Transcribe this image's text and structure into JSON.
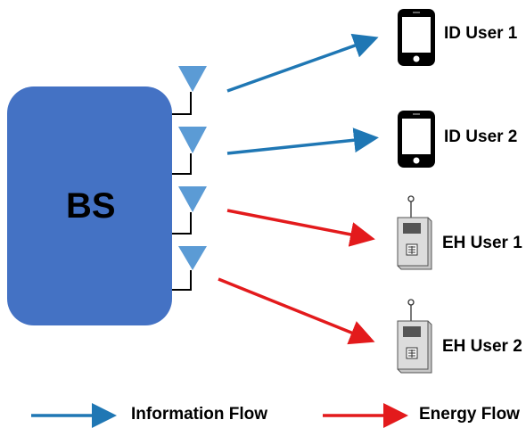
{
  "base_station": {
    "label": "BS",
    "color": "#4472c4"
  },
  "colors": {
    "information": "#1f77b4",
    "energy": "#e31a1c",
    "antenna": "#5b9bd5"
  },
  "users": [
    {
      "label": "ID User 1",
      "type": "phone-icon",
      "flow": "information"
    },
    {
      "label": "ID User 2",
      "type": "phone-icon",
      "flow": "information"
    },
    {
      "label": "EH User 1",
      "type": "sensor-icon",
      "flow": "energy"
    },
    {
      "label": "EH User 2",
      "type": "sensor-icon",
      "flow": "energy"
    }
  ],
  "legend": {
    "information": "Information Flow",
    "energy": "Energy Flow"
  }
}
